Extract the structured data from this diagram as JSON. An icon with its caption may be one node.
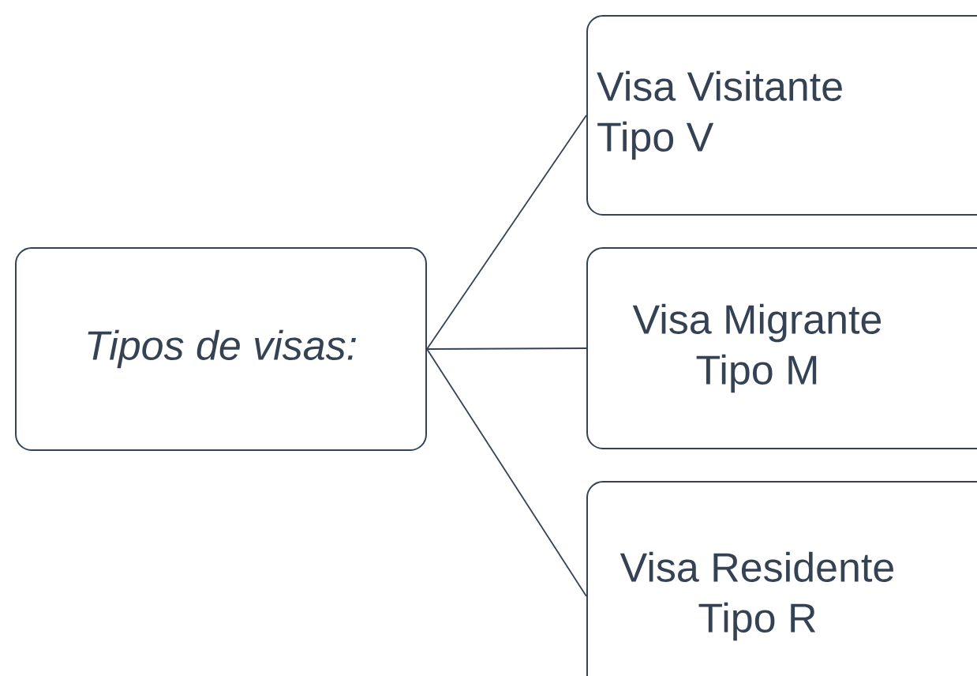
{
  "diagram": {
    "nodes": [
      {
        "text": [
          "Tipos de visas:"
        ]
      },
      {
        "text": [
          "Visa Visitante Tipo V"
        ]
      },
      {
        "text": [
          "Visa Migrante Tipo M"
        ]
      },
      {
        "text": [
          "Visa Residente Tipo R"
        ]
      }
    ],
    "edges": [
      {
        "from": 0,
        "to": 1,
        "arrow": "none"
      },
      {
        "from": 0,
        "to": 2,
        "arrow": "none"
      },
      {
        "from": 0,
        "to": 3,
        "arrow": "none"
      }
    ]
  }
}
